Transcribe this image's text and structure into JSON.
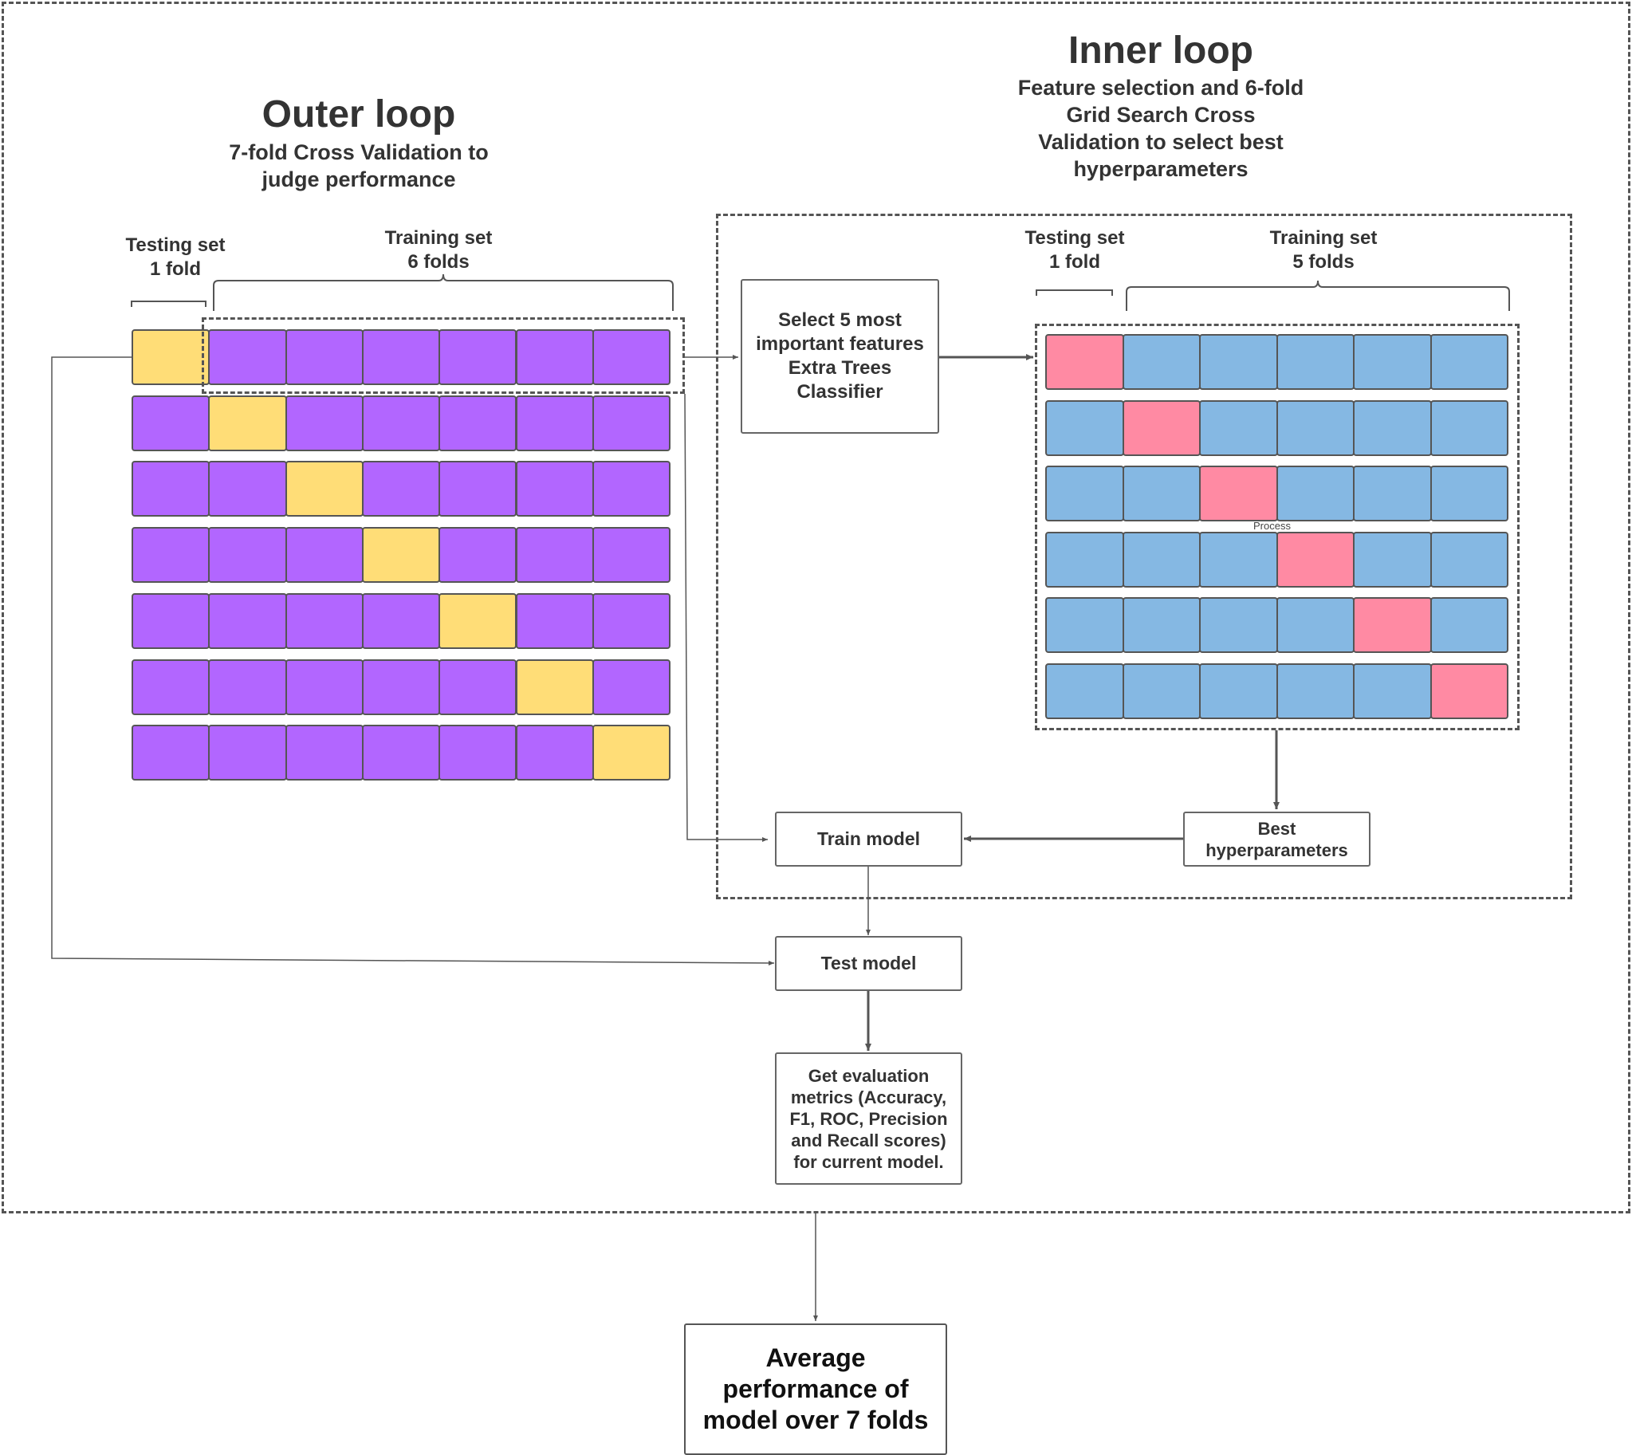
{
  "outer": {
    "title": "Outer loop",
    "subtitle": "7-fold Cross Validation to judge performance",
    "testing_label": "Testing set\n1 fold",
    "training_label": "Training set\n6 folds",
    "rows": 7,
    "cols": 7,
    "train_color": "#b266ff",
    "test_color": "#ffdd77"
  },
  "inner": {
    "title": "Inner loop",
    "subtitle": "Feature selection and 6-fold Grid Search Cross Validation to select best hyperparameters",
    "testing_label": "Testing set\n1 fold",
    "training_label": "Training set\n5 folds",
    "rows": 6,
    "cols": 6,
    "train_color": "#85b8e3",
    "test_color": "#ff8aa3",
    "process_label": "Process"
  },
  "boxes": {
    "feature_select": "Select 5 most important features Extra Trees Classifier",
    "train_model": "Train model",
    "best_hyper": "Best hyperparameters",
    "test_model": "Test model",
    "metrics": "Get evaluation metrics (Accuracy, F1, ROC, Precision and Recall scores) for current model.",
    "average": "Average performance of model over 7 folds"
  },
  "colors": {
    "line": "#555555",
    "border": "#666666",
    "text": "#333333"
  }
}
